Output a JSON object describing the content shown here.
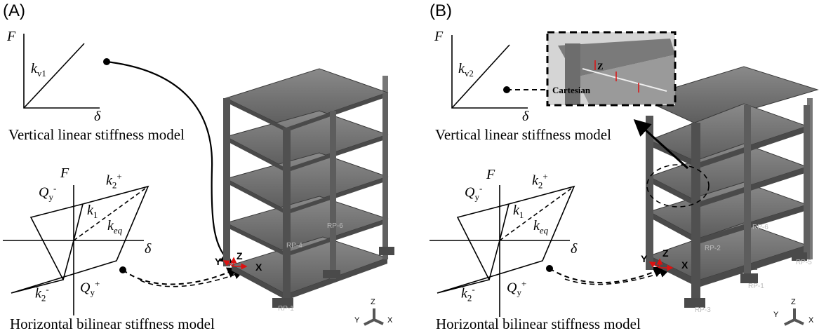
{
  "panels": [
    {
      "label": "(A)",
      "vertical_model": {
        "y_axis": "F",
        "x_axis": "δ",
        "stiffness_base": "k",
        "stiffness_sub": "v1",
        "caption": "Vertical linear stiffness model"
      },
      "horizontal_model": {
        "y_axis": "F",
        "x_axis": "δ",
        "k2_plus_base": "k",
        "k2_plus_sub": "2",
        "k2_plus_sup": "+",
        "qy_minus_base": "Q",
        "qy_minus_sub": "y",
        "qy_minus_sup": "-",
        "k1_base": "k",
        "k1_sub": "1",
        "keq_base": "k",
        "keq_sub": "eq",
        "k2_minus_base": "k",
        "k2_minus_sub": "2",
        "k2_minus_sup": "-",
        "qy_plus_base": "Q",
        "qy_plus_sub": "y",
        "qy_plus_sup": "+",
        "caption": "Horizontal bilinear stiffness model"
      },
      "reference_points": [
        "RP-6",
        "RP-4",
        "RP-1"
      ],
      "local_axes": {
        "z": "Z",
        "y": "Y",
        "x": "X"
      },
      "triad": {
        "z": "Z",
        "y": "Y",
        "x": "X"
      }
    },
    {
      "label": "(B)",
      "vertical_model": {
        "y_axis": "F",
        "x_axis": "δ",
        "stiffness_base": "k",
        "stiffness_sub": "v2",
        "caption": "Vertical linear stiffness model"
      },
      "horizontal_model": {
        "y_axis": "F",
        "x_axis": "δ",
        "k2_plus_base": "k",
        "k2_plus_sub": "2",
        "k2_plus_sup": "+",
        "qy_minus_base": "Q",
        "qy_minus_sub": "y",
        "qy_minus_sup": "-",
        "k1_base": "k",
        "k1_sub": "1",
        "keq_base": "k",
        "keq_sub": "eq",
        "k2_minus_base": "k",
        "k2_minus_sub": "2",
        "k2_minus_sup": "-",
        "qy_plus_base": "Q",
        "qy_plus_sub": "y",
        "qy_plus_sup": "+",
        "caption": "Horizontal bilinear stiffness model"
      },
      "inset": {
        "coordinate_label": "Cartesian",
        "axis": "Z"
      },
      "reference_points": [
        "RP-6",
        "RP-2",
        "RP-5",
        "RP-1",
        "RP-3"
      ],
      "local_axes": {
        "z": "Z",
        "y": "Y",
        "x": "X"
      },
      "triad": {
        "z": "Z",
        "y": "Y",
        "x": "X"
      }
    }
  ]
}
